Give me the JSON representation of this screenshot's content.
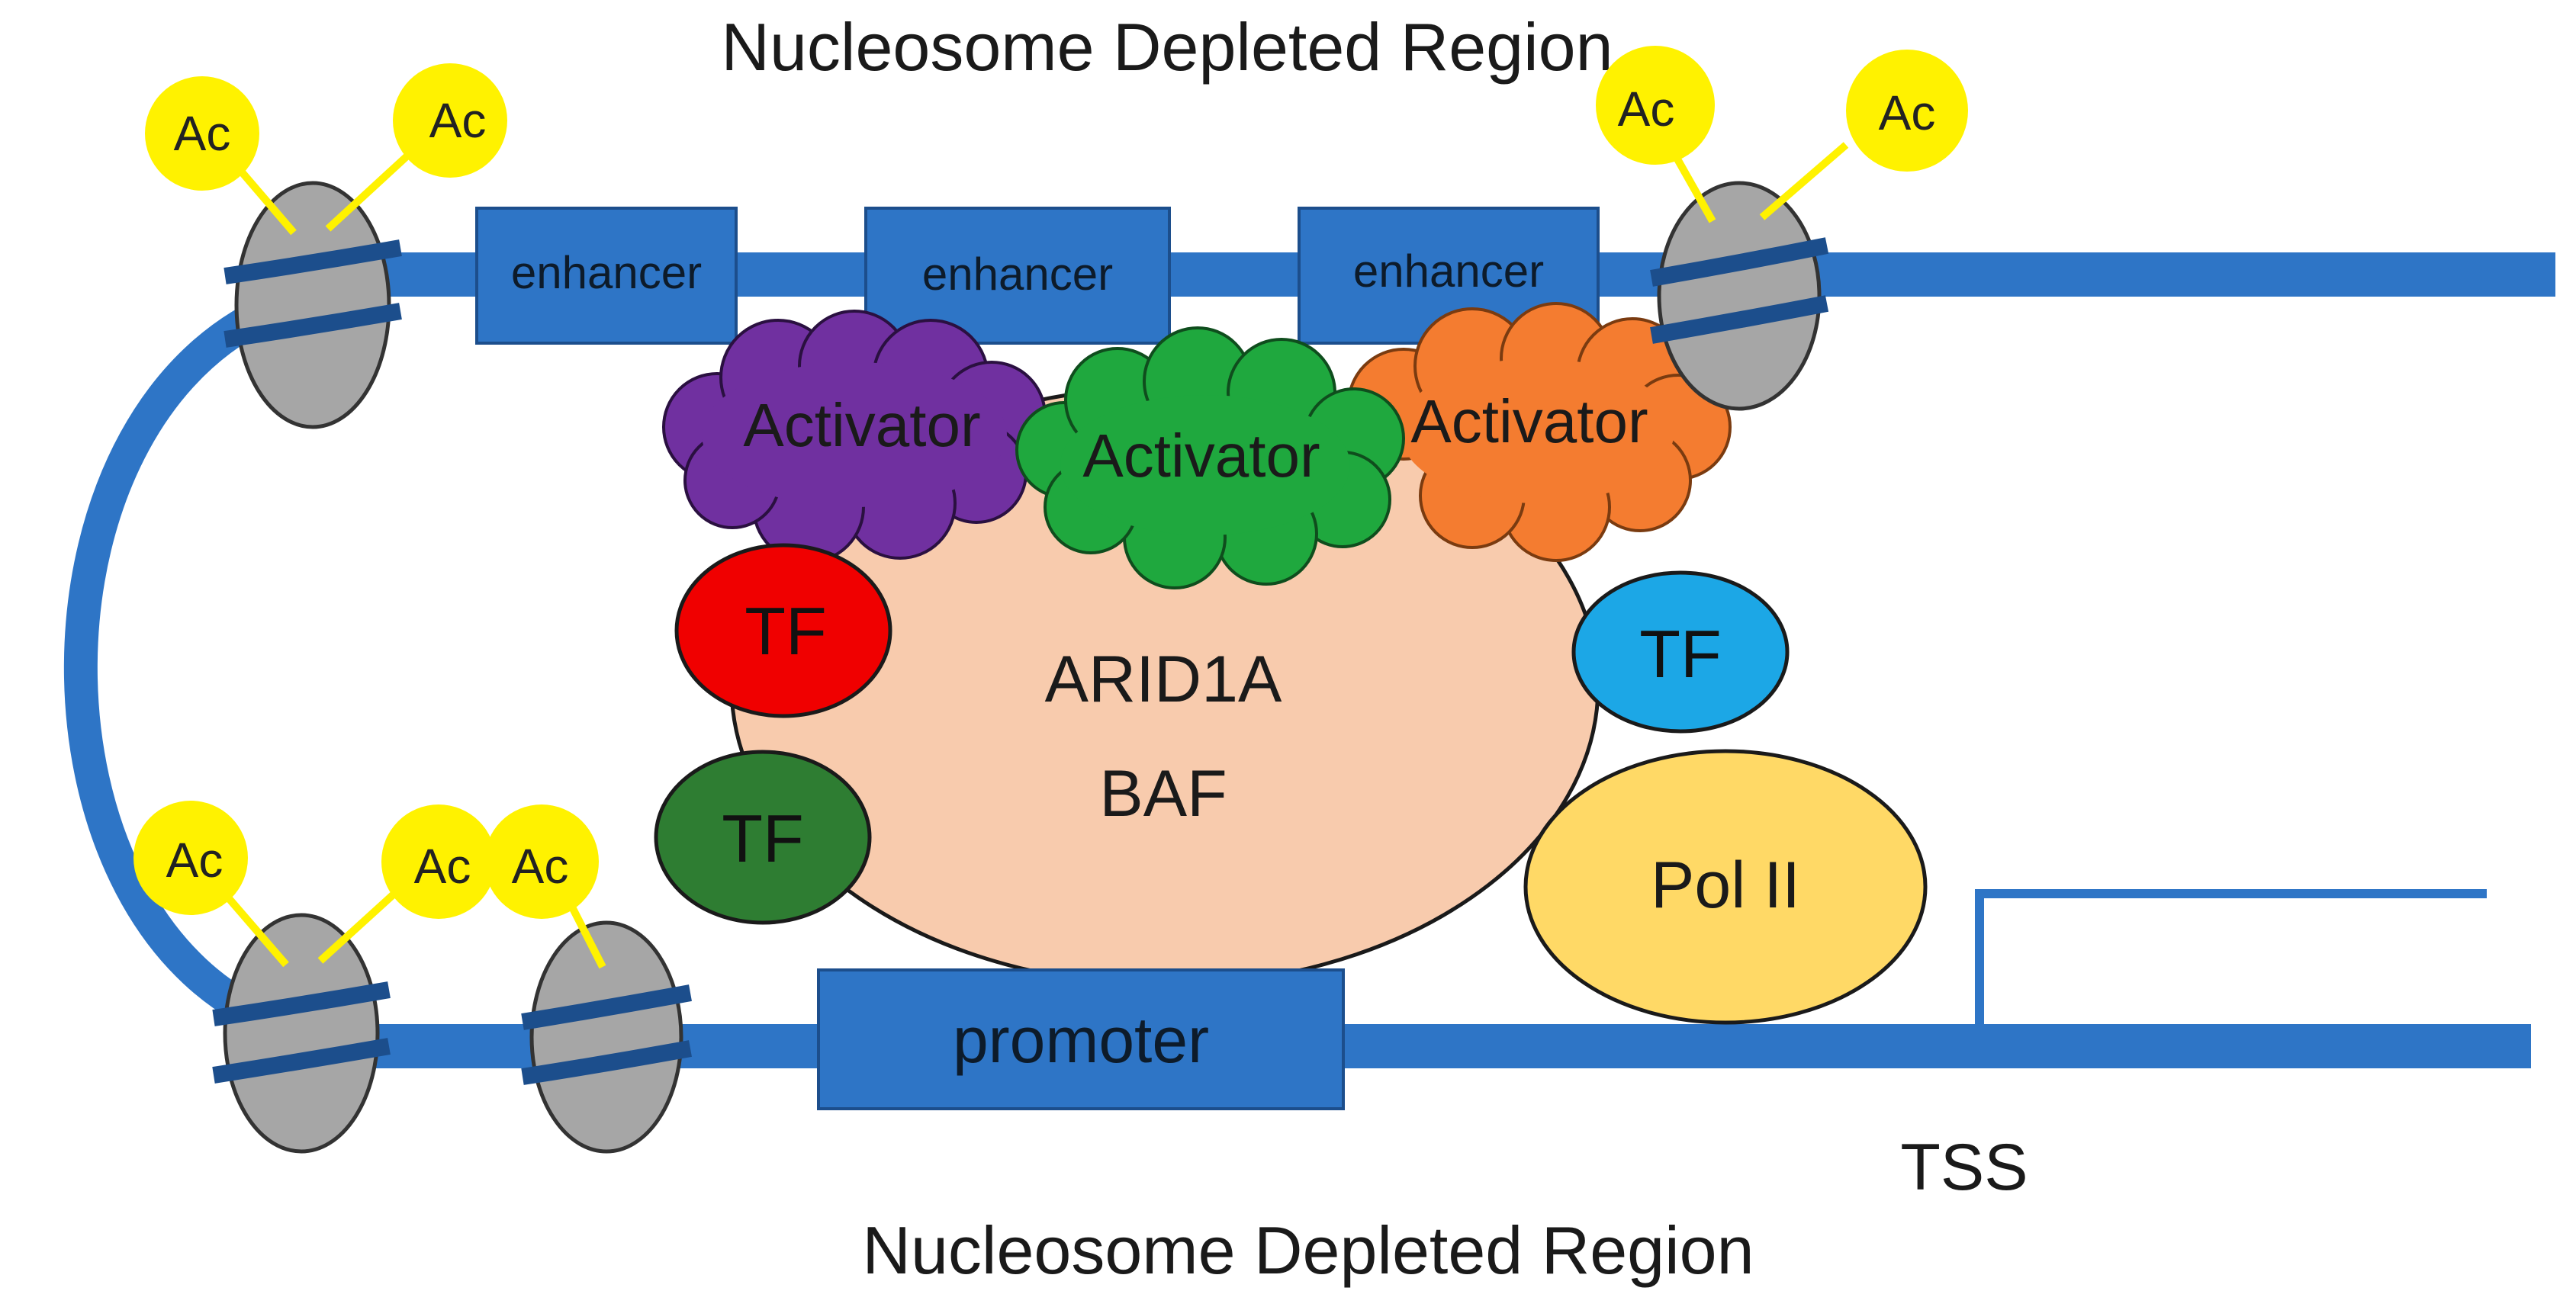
{
  "title_top": "Nucleosome Depleted Region",
  "title_bottom": "Nucleosome Depleted Region",
  "enhancers": [
    "enhancer",
    "enhancer",
    "enhancer"
  ],
  "promoter": "promoter",
  "activators": [
    "Activator",
    "Activator",
    "Activator"
  ],
  "complex": {
    "line1": "ARID1A",
    "line2": "BAF"
  },
  "tf_labels": [
    "TF",
    "TF",
    "TF"
  ],
  "pol2": "Pol II",
  "tss": "TSS",
  "acetyl_tag": "Ac",
  "colors": {
    "dna": "#2E75C6",
    "enhancer_box": "#2E75C6",
    "nucleosome": "#A6A6A6",
    "acetyl": "#FFF200",
    "activator_purple": "#7030A0",
    "activator_green": "#1FA83E",
    "activator_orange": "#F47C30",
    "baf": "#F8CBAD",
    "tf_red": "#F00000",
    "tf_darkgreen": "#2E7D32",
    "tf_blue": "#1CA7E6",
    "pol2": "#FFD966"
  }
}
